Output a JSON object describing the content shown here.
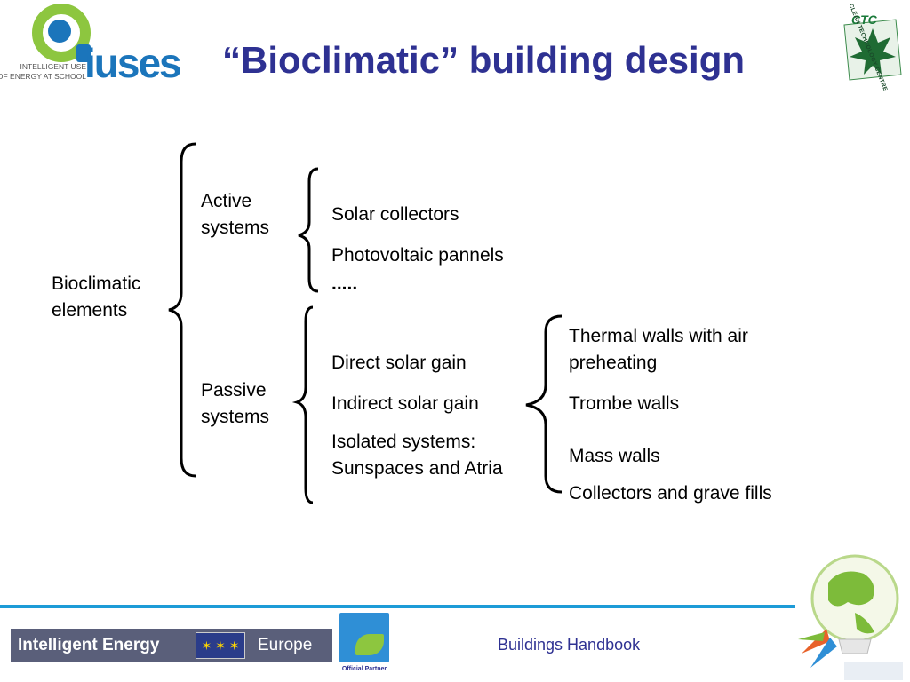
{
  "header": {
    "title": "“Bioclimatic” building design",
    "logo_left": {
      "brand": "iuses",
      "tagline_line1": "INTELLIGENT USE",
      "tagline_line2": "OF ENERGY AT SCHOOL"
    },
    "logo_right": {
      "abbr": "CTC",
      "name": "CLEAN TECHNOLOGY CENTRE"
    }
  },
  "diagram": {
    "root": {
      "line1": "Bioclimatic",
      "line2": "elements"
    },
    "active": {
      "line1": "Active",
      "line2": "systems",
      "items": [
        "Solar collectors",
        "Photovoltaic pannels",
        "....."
      ]
    },
    "passive": {
      "line1": "Passive",
      "line2": "systems",
      "items": [
        {
          "line1": "Direct solar gain"
        },
        {
          "line1": "Indirect solar gain"
        },
        {
          "line1": "Isolated systems:",
          "line2": "Sunspaces and Atria"
        }
      ],
      "indirect_items": [
        {
          "line1": "Thermal walls with air",
          "line2": "preheating"
        },
        {
          "line1": "Trombe walls"
        },
        {
          "line1": "Mass walls"
        },
        {
          "line1": "Collectors and grave fills"
        }
      ]
    }
  },
  "footer": {
    "program_left": "Intelligent Energy",
    "program_right": "Europe",
    "partner_caption": "Official Partner",
    "handbook": "Buildings Handbook"
  },
  "colors": {
    "title": "#2e3192",
    "footer_line": "#1d9bd7",
    "brand_blue": "#1b75bb",
    "brand_green": "#8dc63f"
  }
}
